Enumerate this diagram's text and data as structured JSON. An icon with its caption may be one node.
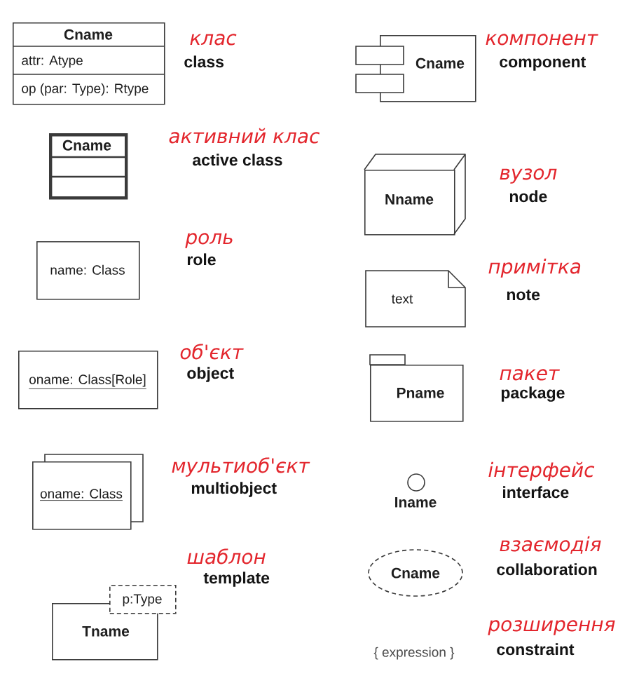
{
  "diagram": {
    "nodes": [
      {
        "text": [
          "Cname",
          "attr: Atype",
          "op (par: Type): Rtype"
        ],
        "beside": [
          "клас",
          "class"
        ]
      },
      {
        "text": [
          "Cname"
        ],
        "beside": [
          "активний клас",
          "active class"
        ]
      },
      {
        "text": [
          "name: Class"
        ],
        "beside": [
          "роль",
          "role"
        ]
      },
      {
        "text": [
          "oname: Class[Role]"
        ],
        "beside": [
          "об'єкт",
          "object"
        ]
      },
      {
        "text": [
          "oname: Class"
        ],
        "beside": [
          "мультиоб'єкт",
          "multiobject"
        ]
      },
      {
        "text": [
          "Tname"
        ],
        "beside": [
          "шаблон",
          "template"
        ]
      },
      {
        "text": [
          "p:Type"
        ]
      },
      {
        "text": [
          "Cname"
        ],
        "beside": [
          "компонент",
          "component"
        ]
      },
      {
        "text": [
          "Nname"
        ],
        "beside": [
          "вузол",
          "node"
        ]
      },
      {
        "text": [
          "text"
        ],
        "beside": [
          "примітка",
          "note"
        ]
      },
      {
        "text": [
          "Pname"
        ],
        "beside": [
          "пакет",
          "package"
        ]
      },
      {
        "text": [
          "Iname"
        ],
        "beside": [
          "інтерфейс",
          "interface"
        ]
      },
      {
        "text": [
          "Cname"
        ],
        "beside": [
          "взаємодія",
          "collaboration"
        ]
      }
    ],
    "labels": [
      "розширення",
      "{ expression }",
      "constraint"
    ]
  }
}
